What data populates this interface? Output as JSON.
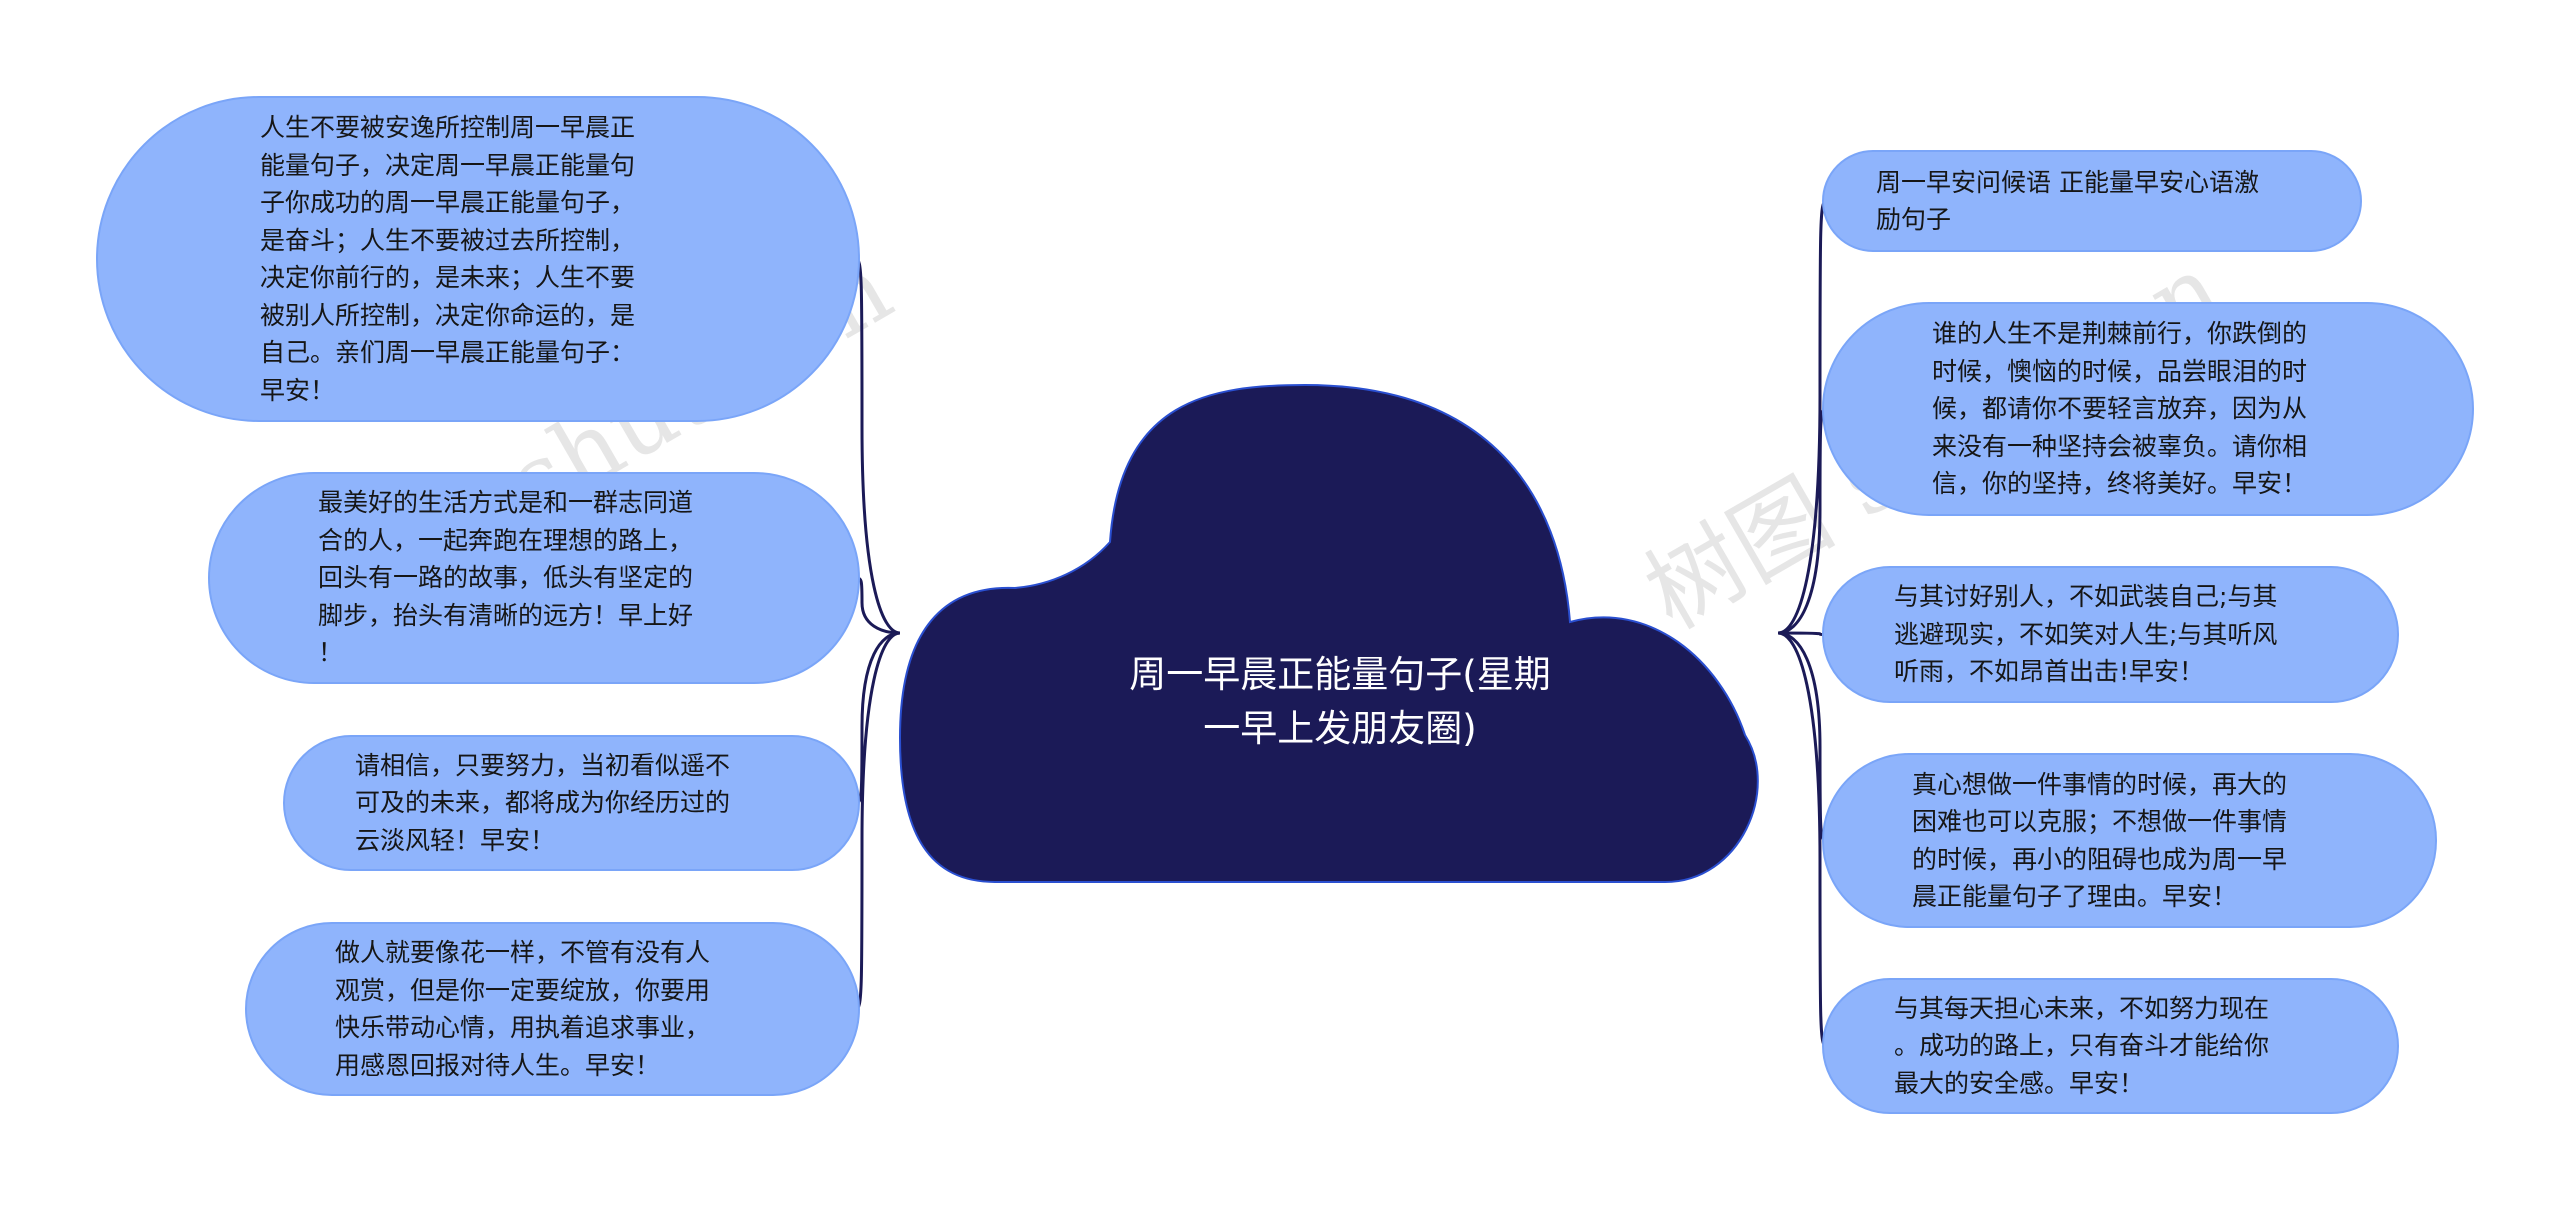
{
  "center": {
    "lines": [
      "周一早晨正能量句子(星期",
      "一早上发朋友圈)"
    ]
  },
  "watermarks": [
    "树图 shutu.cn",
    "树图 shutu.cn"
  ],
  "left_nodes": [
    {
      "lines": [
        "人生不要被安逸所控制周一早晨正",
        "能量句子，决定周一早晨正能量句",
        "子你成功的周一早晨正能量句子，",
        "是奋斗；人生不要被过去所控制，",
        "决定你前行的，是未来；人生不要",
        "被别人所控制，决定你命运的，是",
        "自己。亲们周一早晨正能量句子：",
        "早安！"
      ]
    },
    {
      "lines": [
        "最美好的生活方式是和一群志同道",
        "合的人，一起奔跑在理想的路上，",
        "回头有一路的故事，低头有坚定的",
        "脚步，抬头有清晰的远方！早上好",
        "！"
      ]
    },
    {
      "lines": [
        "请相信，只要努力，当初看似遥不",
        "可及的未来，都将成为你经历过的",
        "云淡风轻！早安！"
      ]
    },
    {
      "lines": [
        "做人就要像花一样，不管有没有人",
        "观赏，但是你一定要绽放，你要用",
        "快乐带动心情，用执着追求事业，",
        "用感恩回报对待人生。早安！"
      ]
    }
  ],
  "right_nodes": [
    {
      "lines": [
        "周一早安问候语 正能量早安心语激",
        "励句子"
      ]
    },
    {
      "lines": [
        "谁的人生不是荆棘前行，你跌倒的",
        "时候，懊恼的时候，品尝眼泪的时",
        "候，都请你不要轻言放弃，因为从",
        "来没有一种坚持会被辜负。请你相",
        "信，你的坚持，终将美好。早安！"
      ]
    },
    {
      "lines": [
        "与其讨好别人，不如武装自己;与其",
        "逃避现实，不如笑对人生;与其听风",
        "听雨，不如昂首出击!早安！"
      ]
    },
    {
      "lines": [
        "真心想做一件事情的时候，再大的",
        "困难也可以克服；不想做一件事情",
        "的时候，再小的阻碍也成为周一早",
        "晨正能量句子了理由。早安！"
      ]
    },
    {
      "lines": [
        "与其每天担心未来，不如努力现在",
        "。成功的路上，只有奋斗才能给你",
        "最大的安全感。早安！"
      ]
    }
  ],
  "colors": {
    "cloud_fill": "#1b1a57",
    "node_fill": "#8fb4fc",
    "connector": "#1b1a57",
    "watermark": "#c8c8c8"
  }
}
